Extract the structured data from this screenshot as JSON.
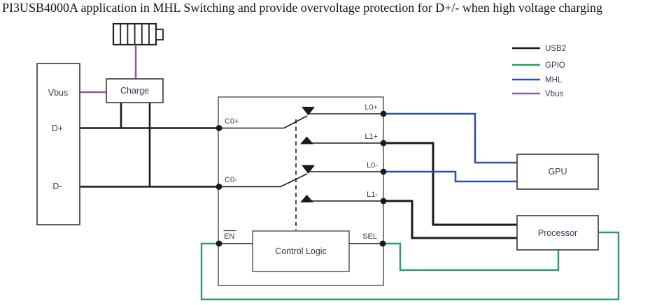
{
  "title": "PI3USB4000A application in MHL Switching and provide overvoltage protection for D+/- when high voltage charging",
  "colors": {
    "usb2": "#1a1a1a",
    "gpio": "#27a05f",
    "mhl": "#2b51a5",
    "vbus": "#9355ad"
  },
  "legend": {
    "items": [
      {
        "id": "usb2",
        "label": "USB2"
      },
      {
        "id": "gpio",
        "label": "GPIO"
      },
      {
        "id": "mhl",
        "label": "MHL"
      },
      {
        "id": "vbus",
        "label": "Vbus"
      }
    ]
  },
  "connector": {
    "vbus": "Vbus",
    "dplus": "D+",
    "dminus": "D-"
  },
  "blocks": {
    "charge": "Charge",
    "control_logic": "Control Logic",
    "gpu": "GPU",
    "processor": "Processor"
  },
  "pins": {
    "c0p": "C0+",
    "c0m": "C0-",
    "l0p": "L0+",
    "l1p": "L1+",
    "l0m": "L0-",
    "l1m": "L1-",
    "en": "EN",
    "sel": "SEL"
  }
}
